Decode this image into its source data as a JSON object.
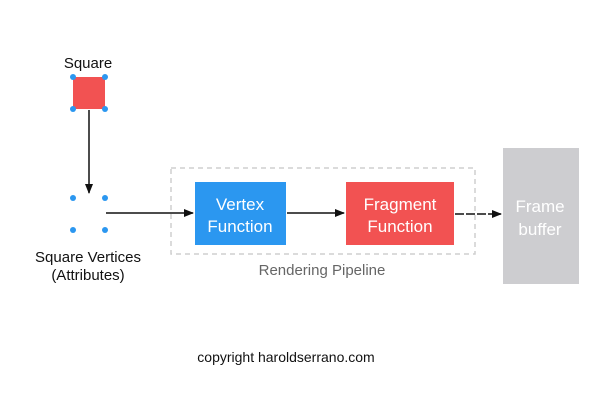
{
  "square": {
    "label": "Square",
    "fill": "#f25252"
  },
  "vertices": {
    "label_line1": "Square Vertices",
    "label_line2": "(Attributes)",
    "color": "#2b97f0"
  },
  "pipeline": {
    "label": "Rendering Pipeline",
    "vertex_function": {
      "line1": "Vertex",
      "line2": "Function",
      "fill": "#2b97f0"
    },
    "fragment_function": {
      "line1": "Fragment",
      "line2": "Function",
      "fill": "#f25252"
    }
  },
  "frame_buffer": {
    "line1": "Frame",
    "line2": "buffer",
    "fill": "#cdcdd0"
  },
  "copyright": "copyright haroldserrano.com"
}
